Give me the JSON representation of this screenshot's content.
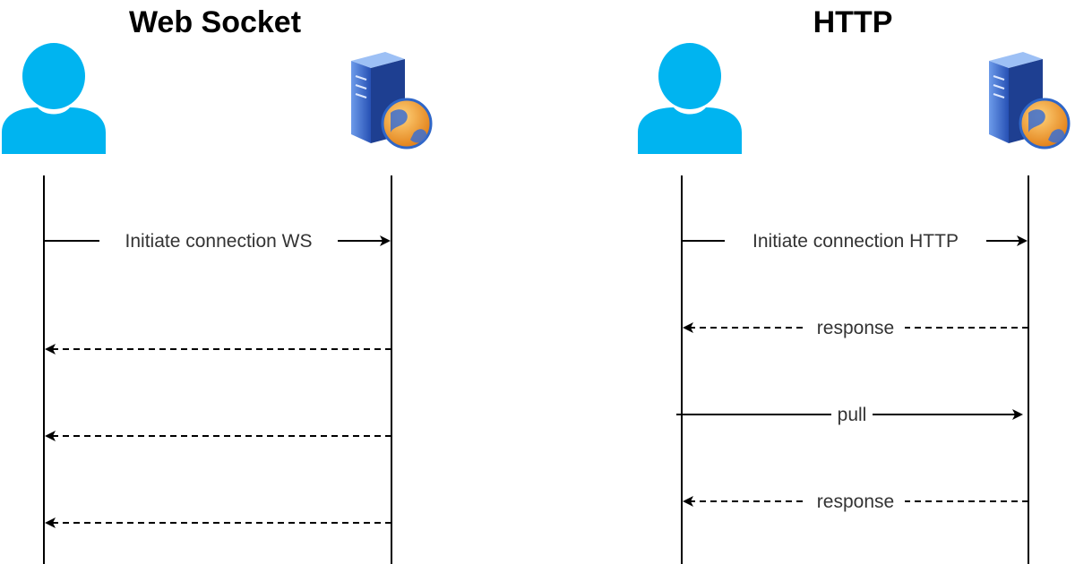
{
  "panels": [
    {
      "title": "Web Socket",
      "messages": [
        {
          "label": "Initiate connection WS",
          "direction": "client-to-server",
          "style": "solid"
        },
        {
          "label": "",
          "direction": "server-to-client",
          "style": "dashed"
        },
        {
          "label": "",
          "direction": "server-to-client",
          "style": "dashed"
        },
        {
          "label": "",
          "direction": "server-to-client",
          "style": "dashed"
        }
      ]
    },
    {
      "title": "HTTP",
      "messages": [
        {
          "label": "Initiate connection HTTP",
          "direction": "client-to-server",
          "style": "solid"
        },
        {
          "label": "response",
          "direction": "server-to-client",
          "style": "dashed"
        },
        {
          "label": "pull",
          "direction": "client-to-server",
          "style": "solid"
        },
        {
          "label": "response",
          "direction": "server-to-client",
          "style": "dashed"
        }
      ]
    }
  ],
  "icons": {
    "client": "user-icon",
    "server": "web-server-icon"
  },
  "colors": {
    "user": "#00B4F0",
    "line": "#000000",
    "text": "#333333",
    "server": "#2E66C8",
    "globe": "#F29B2B"
  }
}
